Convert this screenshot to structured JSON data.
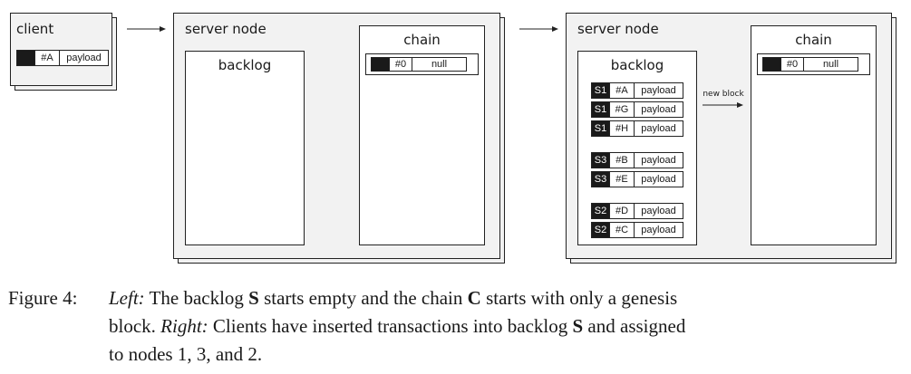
{
  "client": {
    "title": "client",
    "record": {
      "id": "#A",
      "payload": "payload"
    }
  },
  "server_left": {
    "title": "server node",
    "backlog_title": "backlog",
    "chain_title": "chain",
    "genesis": {
      "id": "#0",
      "value": "null"
    }
  },
  "server_right": {
    "title": "server node",
    "backlog_title": "backlog",
    "chain_title": "chain",
    "genesis": {
      "id": "#0",
      "value": "null"
    },
    "new_block_label": "new block",
    "backlog_items": [
      {
        "node": "S1",
        "id": "#A",
        "payload": "payload"
      },
      {
        "node": "S1",
        "id": "#G",
        "payload": "payload"
      },
      {
        "node": "S1",
        "id": "#H",
        "payload": "payload"
      },
      {
        "node": "S3",
        "id": "#B",
        "payload": "payload"
      },
      {
        "node": "S3",
        "id": "#E",
        "payload": "payload"
      },
      {
        "node": "S2",
        "id": "#D",
        "payload": "payload"
      },
      {
        "node": "S2",
        "id": "#C",
        "payload": "payload"
      }
    ]
  },
  "caption": {
    "label": "Figure 4:",
    "left_word": "Left:",
    "seg1": " The backlog ",
    "sym_s": "S",
    "seg2": " starts empty and the chain ",
    "sym_c": "C",
    "seg3": " starts with only a genesis",
    "seg4": "block. ",
    "right_word": "Right:",
    "seg5": " Clients have inserted transactions into backlog ",
    "sym_s2": "S",
    "seg6": " and assigned",
    "seg7": "to nodes 1, 3, and 2."
  }
}
